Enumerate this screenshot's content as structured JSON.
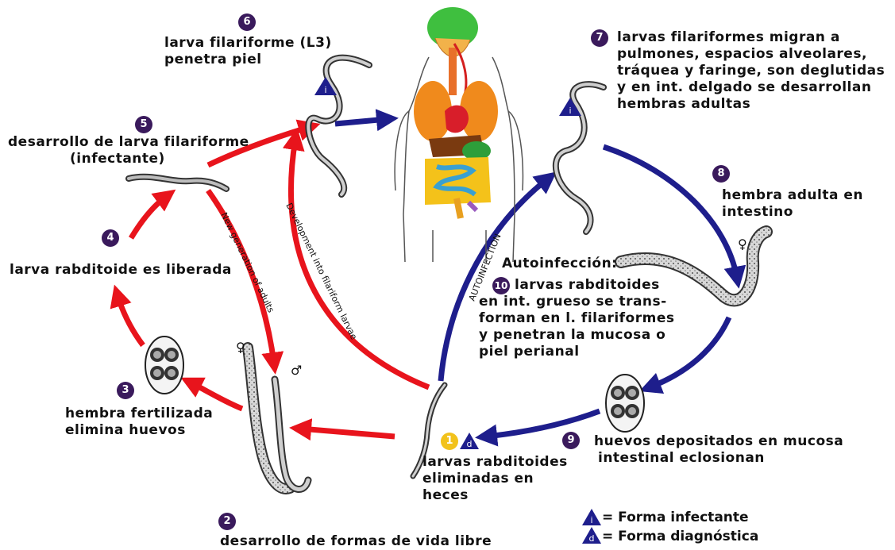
{
  "steps": {
    "s2": {
      "num": "2",
      "text": [
        "desarrollo de formas de vida libre"
      ]
    },
    "s3": {
      "num": "3",
      "text": [
        "hembra fertilizada",
        "elimina huevos"
      ]
    },
    "s4": {
      "num": "4",
      "text": [
        "larva rabditoide es liberada"
      ]
    },
    "s5": {
      "num": "5",
      "text": [
        "desarrollo de larva filariforme",
        "(infectante)"
      ]
    },
    "s6": {
      "num": "6",
      "text": [
        "larva filariforme (L3)",
        "penetra piel"
      ]
    },
    "s7": {
      "num": "7",
      "text": [
        "larvas filariformes migran a",
        "pulmones, espacios alveolares,",
        "tráquea y faringe, son deglutidas",
        "y en int. delgado se desarrollan",
        "hembras adultas"
      ]
    },
    "s8": {
      "num": "8",
      "text": [
        "hembra adulta en",
        "intestino"
      ]
    },
    "s9": {
      "num": "9",
      "text": [
        "huevos depositados en mucosa",
        "intestinal eclosionan"
      ]
    },
    "s10": {
      "num": "10",
      "title": "Autoinfección:",
      "text": [
        "larvas rabditoides",
        "en int. grueso se trans-",
        "forman en l. filariformes",
        "y penetran la mucosa o",
        "piel perianal"
      ]
    },
    "s1": {
      "num": "1",
      "text": [
        "larvas rabditoides",
        "eliminadas en",
        "heces"
      ]
    }
  },
  "arrow_labels": {
    "new_generation": "New generation of adults",
    "development": "Development into filariform larvae",
    "autoinfection": "AUTOINFECTION"
  },
  "sex_symbols": {
    "female": "♀",
    "male": "♂"
  },
  "markers": {
    "infective": "i",
    "diagnostic": "d"
  },
  "legend": {
    "infective": "= Forma infectante",
    "diagnostic": "= Forma diagnóstica"
  },
  "colors": {
    "red_arrow": "#e8141c",
    "blue_arrow": "#1e1e8c",
    "step_circle": "#3a1a5c",
    "step1_circle": "#f2c21b"
  }
}
